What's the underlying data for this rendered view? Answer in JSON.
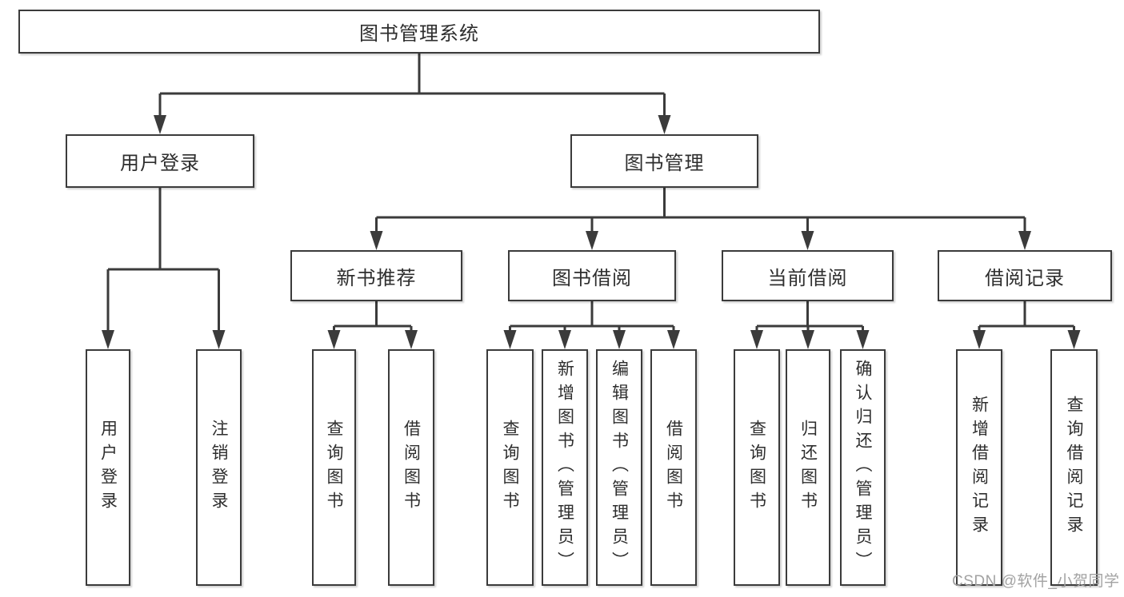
{
  "diagram_title": "图书管理系统",
  "tree": {
    "root": {
      "label": "图书管理系统"
    },
    "branches": [
      {
        "label": "用户登录",
        "children": [
          {
            "label": "用户登录"
          },
          {
            "label": "注销登录"
          }
        ]
      },
      {
        "label": "图书管理",
        "children": [
          {
            "label": "新书推荐",
            "children": [
              {
                "label": "查询图书"
              },
              {
                "label": "借阅图书"
              }
            ]
          },
          {
            "label": "图书借阅",
            "children": [
              {
                "label": "查询图书"
              },
              {
                "label": "新增图书（管理员）"
              },
              {
                "label": "编辑图书（管理员）"
              },
              {
                "label": "借阅图书"
              }
            ]
          },
          {
            "label": "当前借阅",
            "children": [
              {
                "label": "查询图书"
              },
              {
                "label": "归还图书"
              },
              {
                "label": "确认归还（管理员）"
              }
            ]
          },
          {
            "label": "借阅记录",
            "children": [
              {
                "label": "新增借阅记录"
              },
              {
                "label": "查询借阅记录"
              }
            ]
          }
        ]
      }
    ]
  },
  "watermark": {
    "text": "CSDN @软件_小贺同学"
  },
  "colors": {
    "line": "#3b3b3b",
    "border": "#3b3b3b",
    "text": "#2e2e2e",
    "background": "#ffffff",
    "watermark": "#a2a2a2"
  }
}
